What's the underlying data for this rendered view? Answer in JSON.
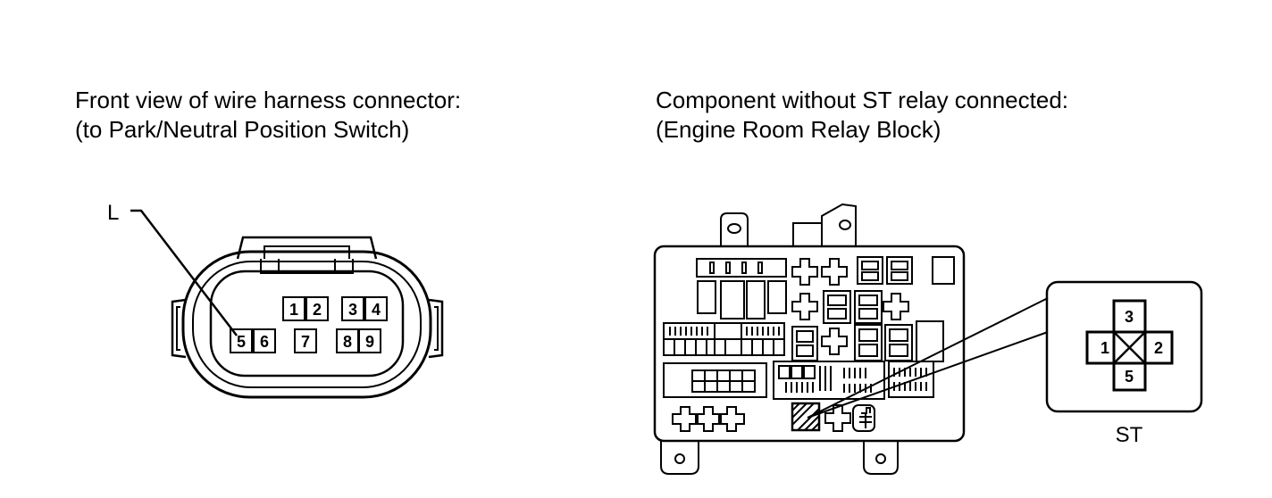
{
  "left_caption": {
    "line1": "Front view of wire harness connector:",
    "line2": "(to Park/Neutral Position Switch)"
  },
  "right_caption": {
    "line1": "Component without ST relay connected:",
    "line2": "(Engine Room Relay Block)"
  },
  "connector": {
    "wire_label": "L",
    "pins": [
      "1",
      "2",
      "3",
      "4",
      "5",
      "6",
      "7",
      "8",
      "9"
    ]
  },
  "relay_socket": {
    "name": "ST",
    "pins": [
      "3",
      "1",
      "2",
      "5"
    ]
  }
}
